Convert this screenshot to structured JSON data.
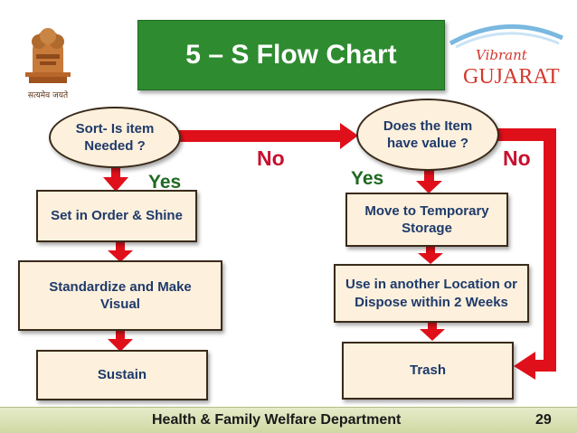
{
  "title": "5 – S Flow Chart",
  "emblem": {
    "motto": "सत्यमेव जयते"
  },
  "logo": {
    "vibrant": "Vibrant",
    "gujarat": "GUJARAT",
    "accent": "#d4372c"
  },
  "nodes": {
    "sort": "Sort- Is item Needed ?",
    "set_in_order": "Set in Order & Shine",
    "standardize": "Standardize and Make Visual",
    "sustain": "Sustain",
    "value": "Does the Item have value ?",
    "temp_storage": "Move to Temporary Storage",
    "use_or_dispose": "Use in another Location or Dispose within 2 Weeks",
    "trash": "Trash"
  },
  "labels": {
    "yes_left": "Yes",
    "no_middle": "No",
    "yes_right": "Yes",
    "no_right": "No"
  },
  "footer": {
    "department": "Health & Family Welfare Department",
    "page": "29"
  },
  "colors": {
    "title_bg": "#2e8b30",
    "box_fill": "#fdf0dc",
    "arrow": "#e0101a",
    "yes": "#1f6a22",
    "no": "#c8102e",
    "node_text": "#1e3a6b",
    "footer_bg": "#dfe5b8"
  }
}
